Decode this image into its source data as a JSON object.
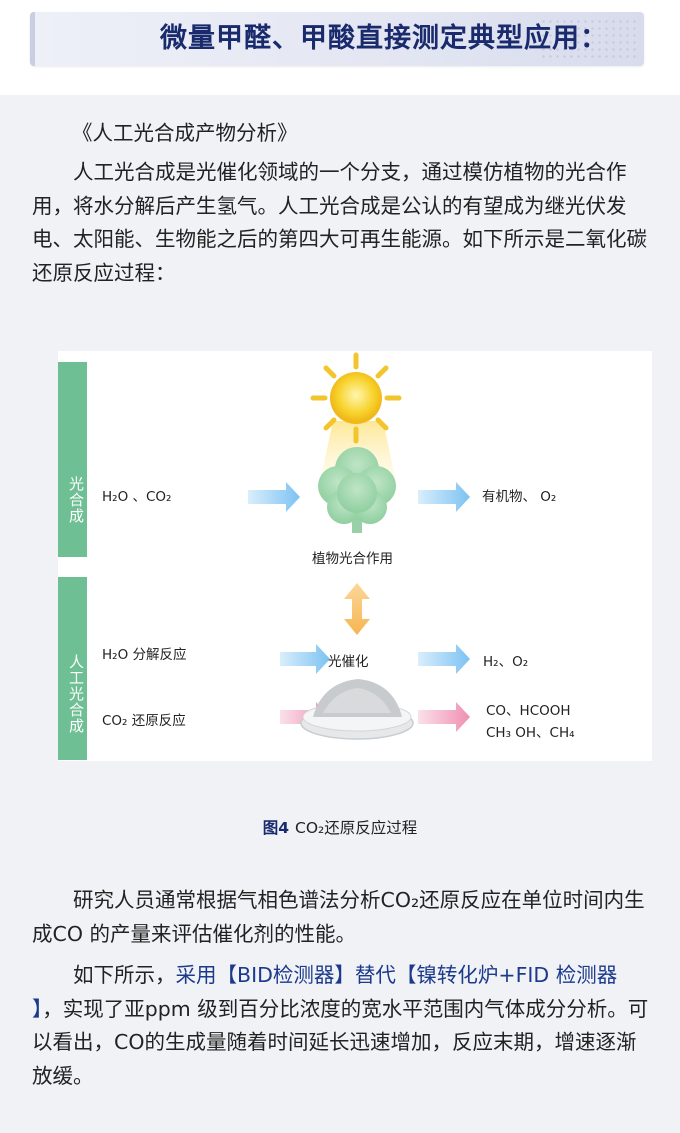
{
  "header": {
    "title": "微量甲醛、甲酸直接测定典型应用："
  },
  "section": {
    "title": "《人工光合成产物分析》"
  },
  "paragraph1": "人工光合成是光催化领域的一个分支，通过模仿植物的光合作用，将水分解后产生氢气。人工光合成是公认的有望成为继光伏发电、太阳能、生物能之后的第四大可再生能源。如下所示是二氧化碳还原反应过程：",
  "figure": {
    "side_top": "光合成",
    "side_bottom": "人工光合成",
    "nat_input": "H₂O 、CO₂",
    "nat_output": "有机物、 O₂",
    "tree_label": "植物光合作用",
    "art_input1": "H₂O 分解反应",
    "art_input2": "CO₂ 还原反应",
    "catalyst": "光催化",
    "art_output1": "H₂、O₂",
    "art_output2_line1": "CO、HCOOH",
    "art_output2_line2": "CH₃ OH、CH₄",
    "caption_no": "图4",
    "caption_text": "CO₂还原反应过程"
  },
  "paragraph2": "研究人员通常根据气相色谱法分析CO₂还原反应在单位时间内生成CO 的产量来评估催化剂的性能。",
  "paragraph3": {
    "prefix": "如下所示，",
    "highlight": "采用【BID检测器】替代【镍转化炉+FID 检测器 】",
    "suffix": "，实现了亚ppm 级到百分比浓度的宽水平范围内气体成分分析。可以看出，CO的生成量随着时间延长迅速增加，反应末期，增速逐渐放缓。"
  }
}
